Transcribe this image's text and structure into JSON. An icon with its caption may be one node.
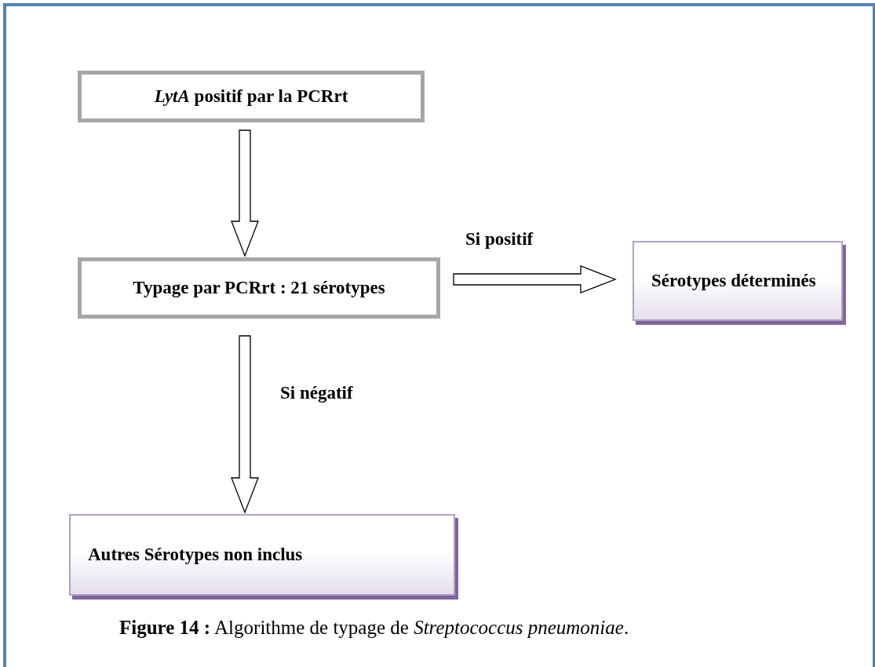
{
  "diagram": {
    "caption": "**Figure 14 :** Algorithme de typage de *Streptococcus pneumoniae*.",
    "nodes": [
      {
        "text": [
          "*LytA*  positif par la PCRrt"
        ]
      },
      {
        "text": [
          "Typage par PCRrt : 21 sérotypes"
        ]
      },
      {
        "text": [
          "Sérotypes déterminés"
        ]
      },
      {
        "text": [
          "Autres Sérotypes non inclus"
        ]
      }
    ],
    "edges": [
      {
        "from": 0,
        "to": 1,
        "arrow": "to"
      },
      {
        "from": 1,
        "to": 2,
        "arrow": "to",
        "label": "Si positif"
      },
      {
        "from": 1,
        "to": 3,
        "arrow": "to",
        "label": "Si négatif"
      }
    ]
  }
}
